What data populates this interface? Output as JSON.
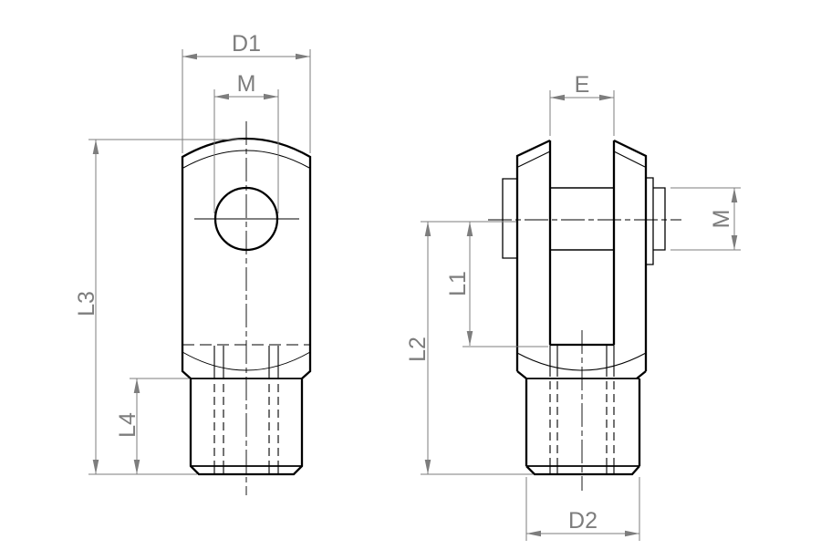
{
  "drawing": {
    "type": "technical-drawing-clevis-fork",
    "background_color": "#ffffff",
    "outline_color": "#000000",
    "dimension_color": "#7d7d7d",
    "views": [
      {
        "id": "front-view",
        "description": "front view with eye hole and threaded shank"
      },
      {
        "id": "side-view",
        "description": "side view with fork slot, pin head and retaining washer"
      }
    ],
    "dimensions": {
      "d1": "D1",
      "m_front": "M",
      "l3": "L3",
      "l4": "L4",
      "e": "E",
      "m_side": "M",
      "l1": "L1",
      "l2": "L2",
      "d2": "D2"
    }
  }
}
